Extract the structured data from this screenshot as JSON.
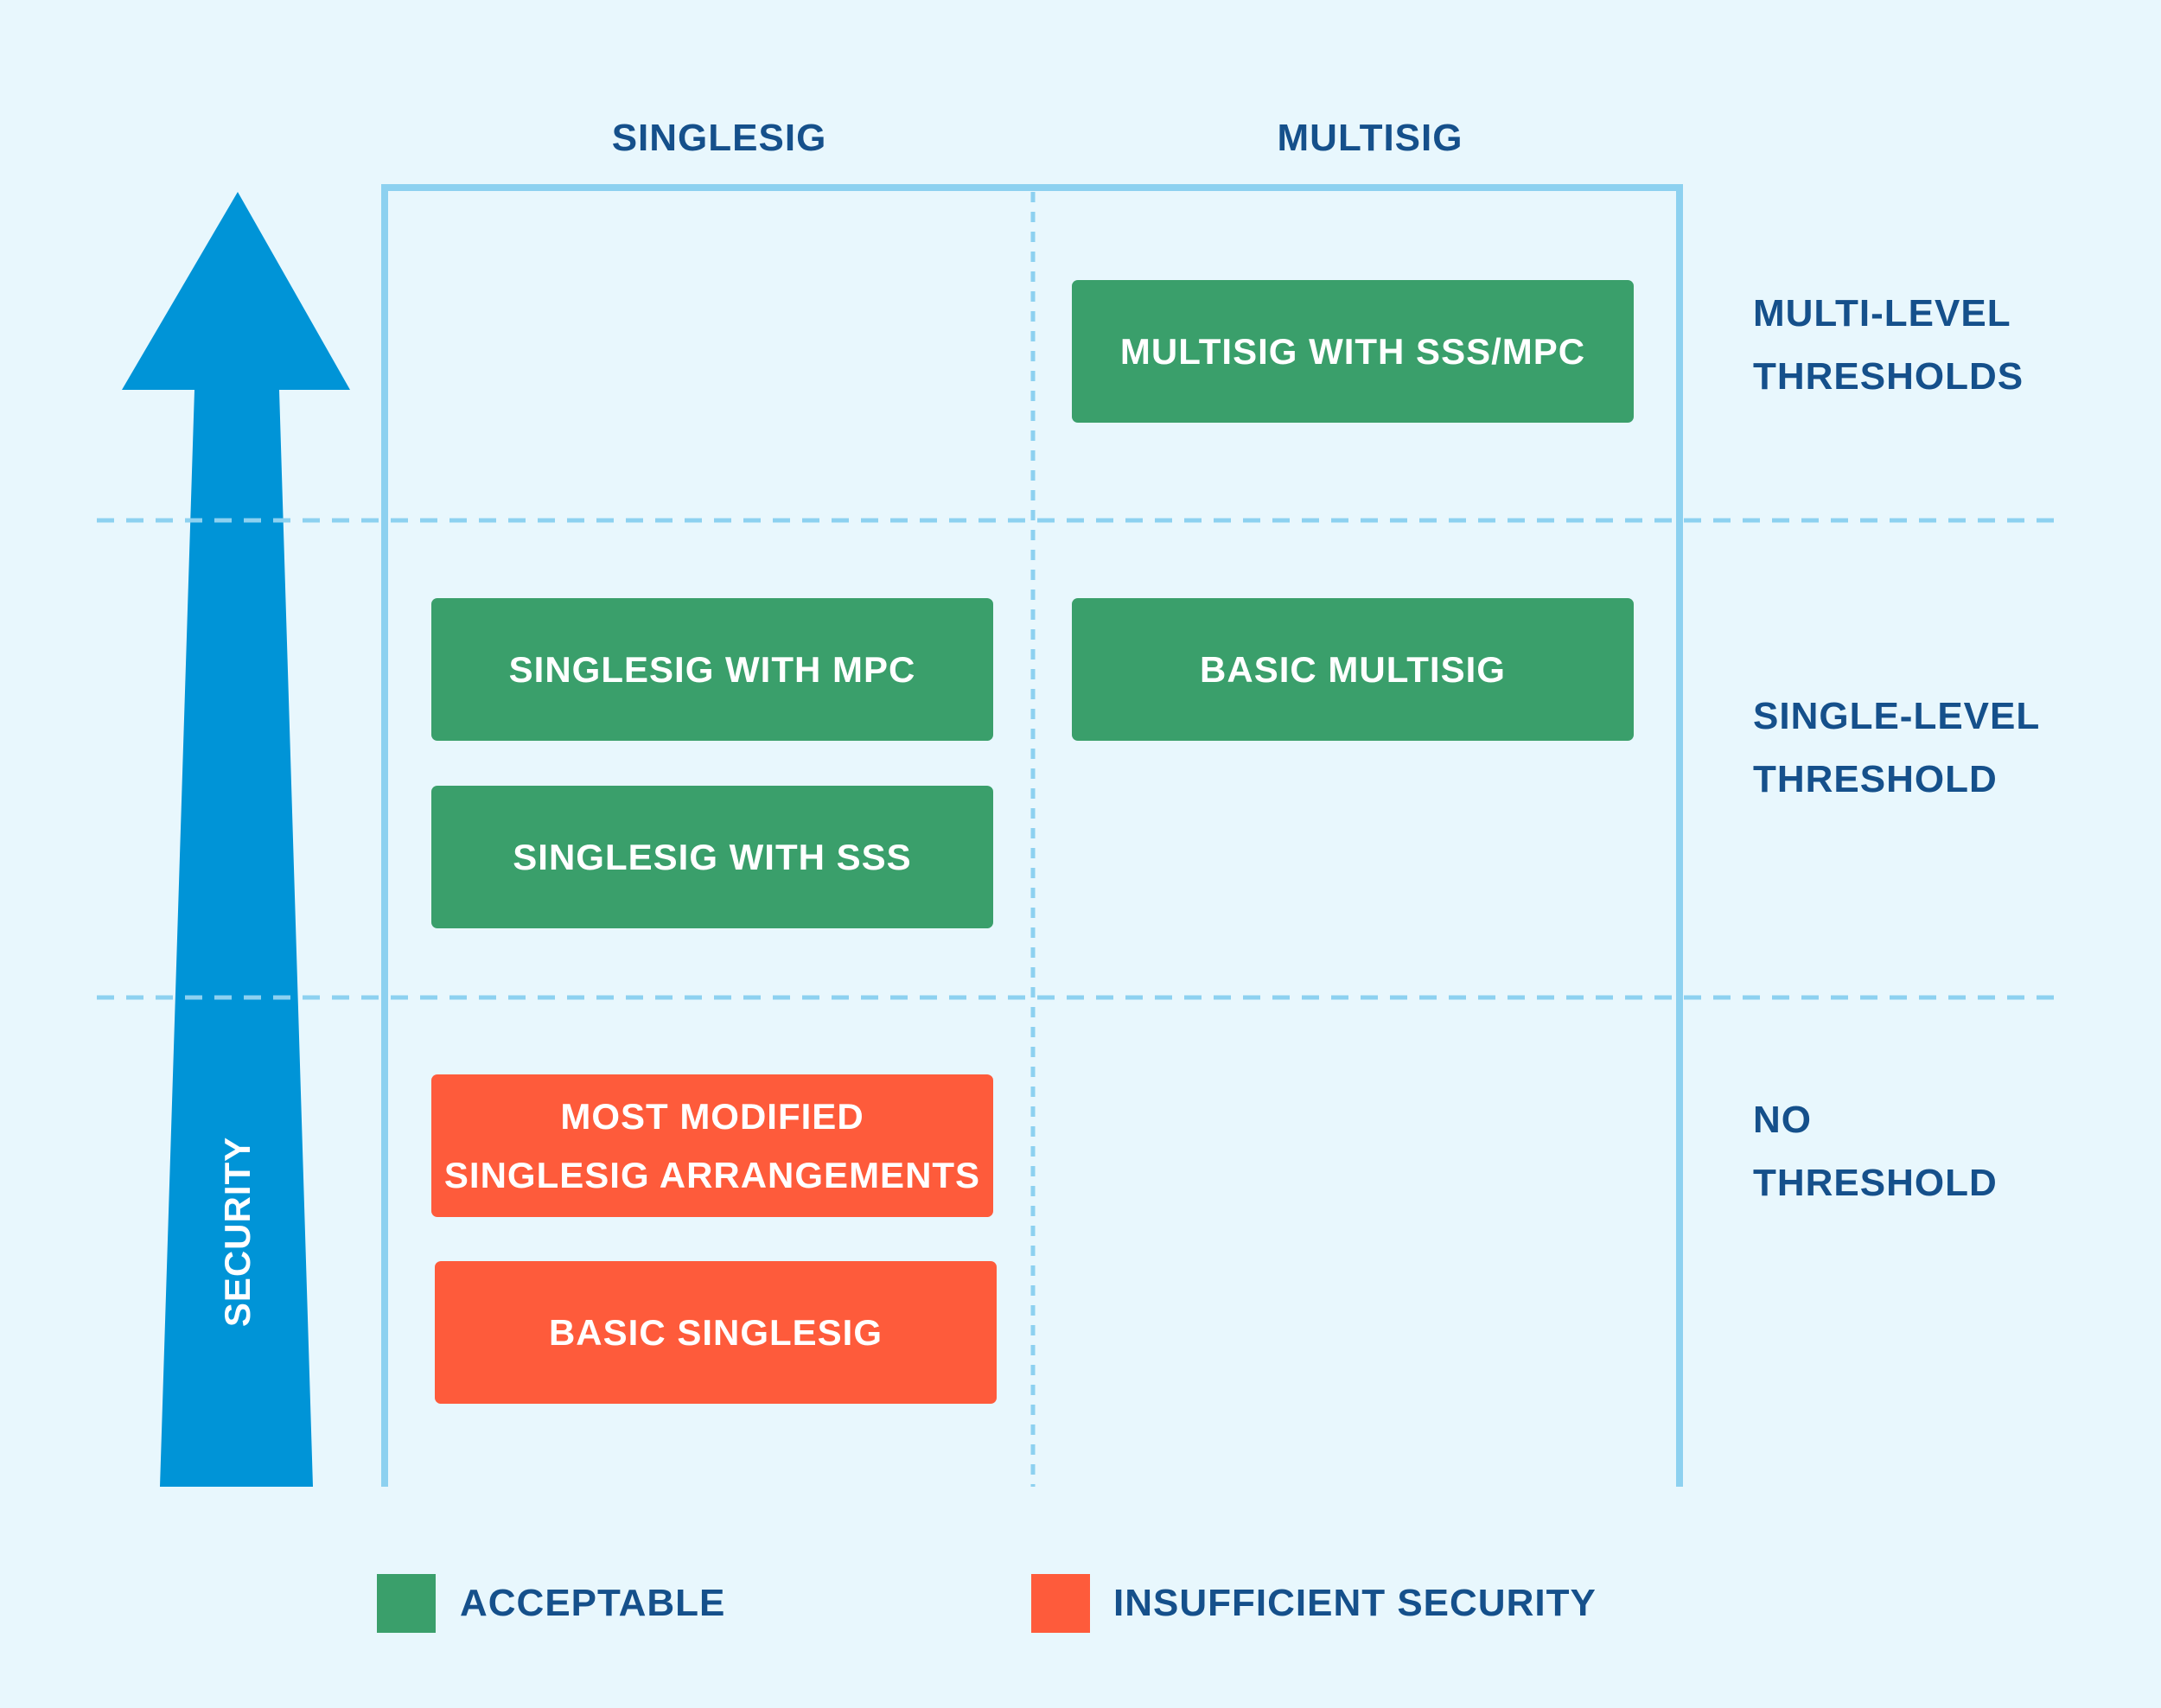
{
  "columns": {
    "singlesig": "SINGLESIG",
    "multisig": "MULTISIG"
  },
  "rows": {
    "multi_level": [
      "MULTI-LEVEL",
      "THRESHOLDS"
    ],
    "single_level": [
      "SINGLE-LEVEL",
      "THRESHOLD"
    ],
    "none": [
      "NO",
      "THRESHOLD"
    ]
  },
  "boxes": {
    "multisig_sss_mpc": "MULTISIG WITH SSS/MPC",
    "singlesig_mpc": "SINGLESIG WITH MPC",
    "basic_multisig": "BASIC MULTISIG",
    "singlesig_sss": "SINGLESIG WITH SSS",
    "most_modified": [
      "MOST MODIFIED",
      "SINGLESIG ARRANGEMENTS"
    ],
    "basic_singlesig": "BASIC SINGLESIG"
  },
  "axis": {
    "label": "SECURITY"
  },
  "legend": {
    "acceptable": "ACCEPTABLE",
    "insufficient": "INSUFFICIENT SECURITY"
  },
  "colors": {
    "background": "#e8f7fd",
    "acceptable": "#3a9f6b",
    "insufficient": "#fe5b3b",
    "arrow": "#0094d7",
    "frame": "#8dd1f0",
    "text": "#15508b"
  }
}
